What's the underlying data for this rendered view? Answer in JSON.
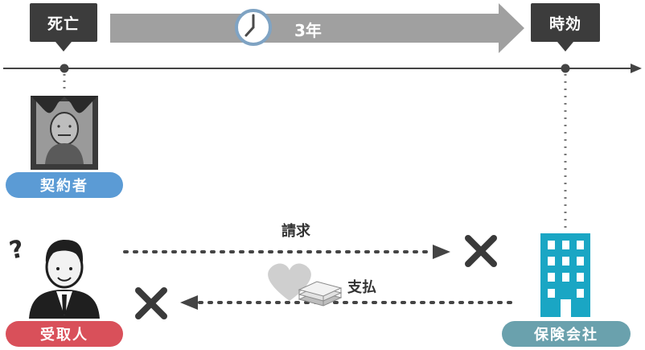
{
  "timeline": {
    "death_label": "死亡",
    "period_label": "3年",
    "expiry_label": "時効"
  },
  "roles": {
    "policyholder": "契約者",
    "beneficiary": "受取人",
    "insurer": "保険会社"
  },
  "flows": {
    "claim_label": "請求",
    "payment_label": "支払"
  },
  "colors": {
    "tag_bg": "#3c3c3c",
    "arrow_gray": "#a0a0a0",
    "policyholder_pill": "#5b9bd5",
    "beneficiary_pill": "#d9505a",
    "insurer_pill": "#6aa1ad",
    "building": "#1aa6c4",
    "cross": "#3a3a3a"
  }
}
